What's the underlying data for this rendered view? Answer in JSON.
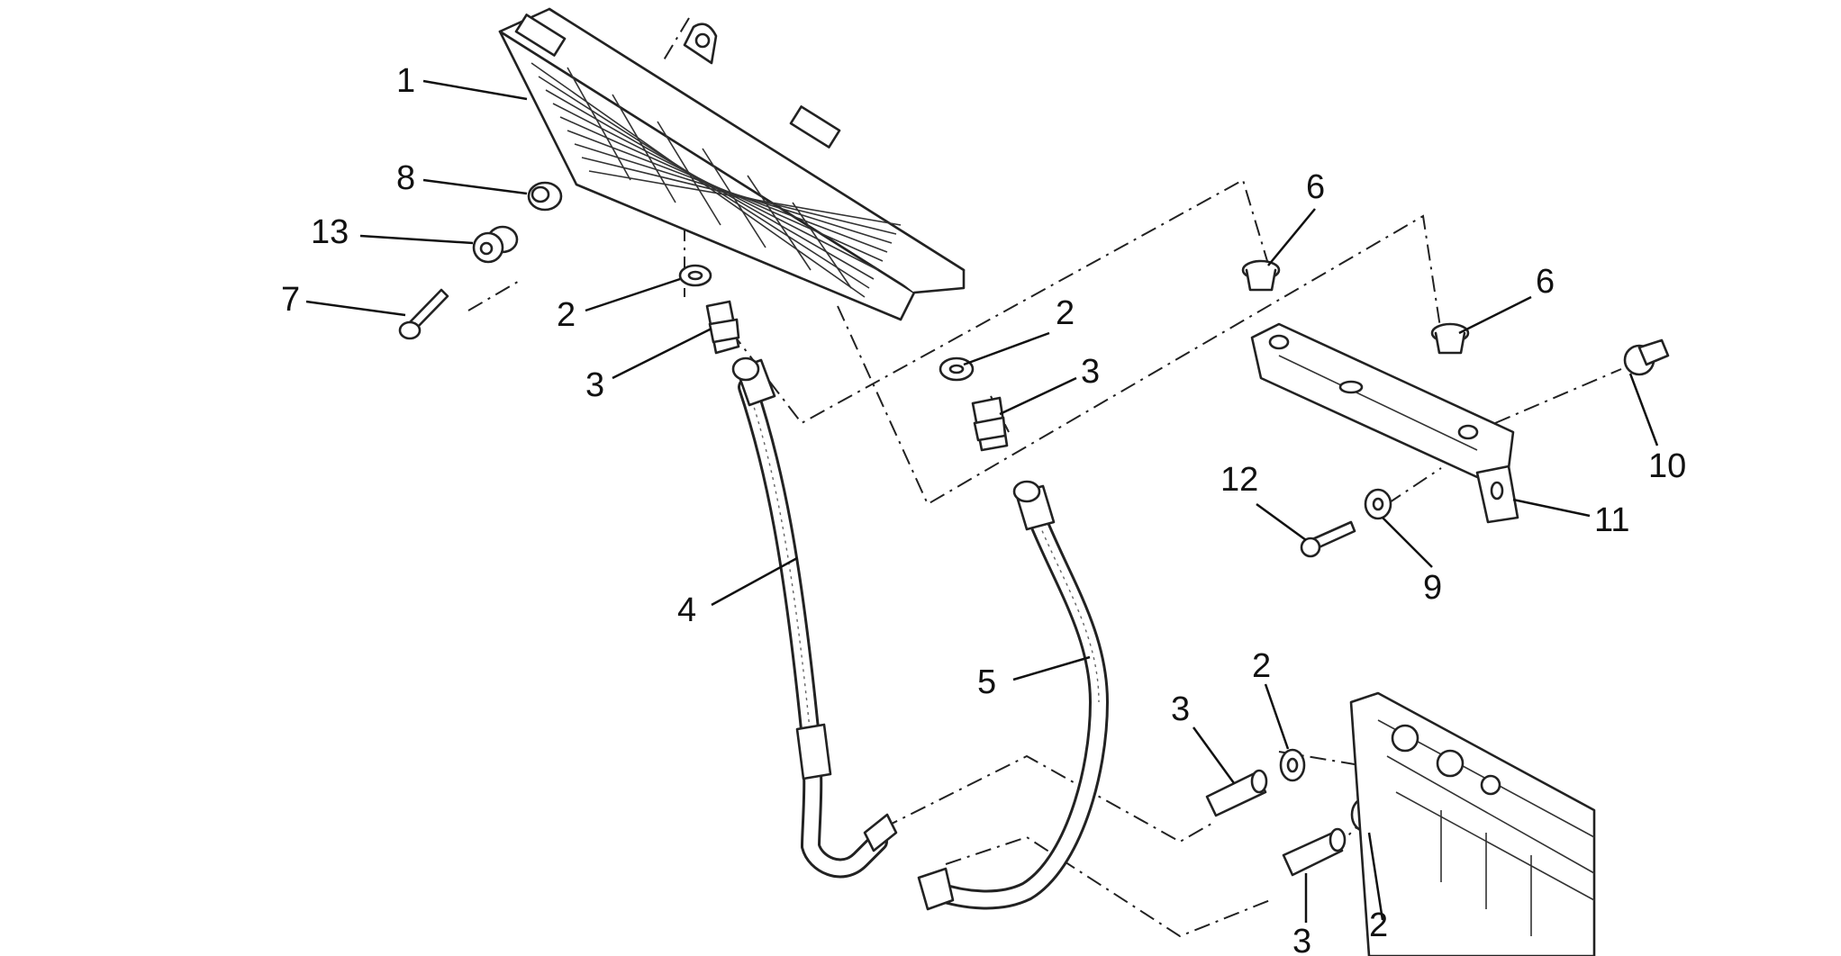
{
  "diagram": {
    "callouts": [
      {
        "id": "c1",
        "text": "1"
      },
      {
        "id": "c8",
        "text": "8"
      },
      {
        "id": "c13",
        "text": "13"
      },
      {
        "id": "c7",
        "text": "7"
      },
      {
        "id": "c2a",
        "text": "2"
      },
      {
        "id": "c3a",
        "text": "3"
      },
      {
        "id": "c4",
        "text": "4"
      },
      {
        "id": "c2b",
        "text": "2"
      },
      {
        "id": "c3b",
        "text": "3"
      },
      {
        "id": "c5",
        "text": "5"
      },
      {
        "id": "c6a",
        "text": "6"
      },
      {
        "id": "c6b",
        "text": "6"
      },
      {
        "id": "c10",
        "text": "10"
      },
      {
        "id": "c12",
        "text": "12"
      },
      {
        "id": "c9",
        "text": "9"
      },
      {
        "id": "c11",
        "text": "11"
      },
      {
        "id": "c3c",
        "text": "3"
      },
      {
        "id": "c2c",
        "text": "2"
      },
      {
        "id": "c3d",
        "text": "3"
      },
      {
        "id": "c2d",
        "text": "2"
      }
    ]
  }
}
